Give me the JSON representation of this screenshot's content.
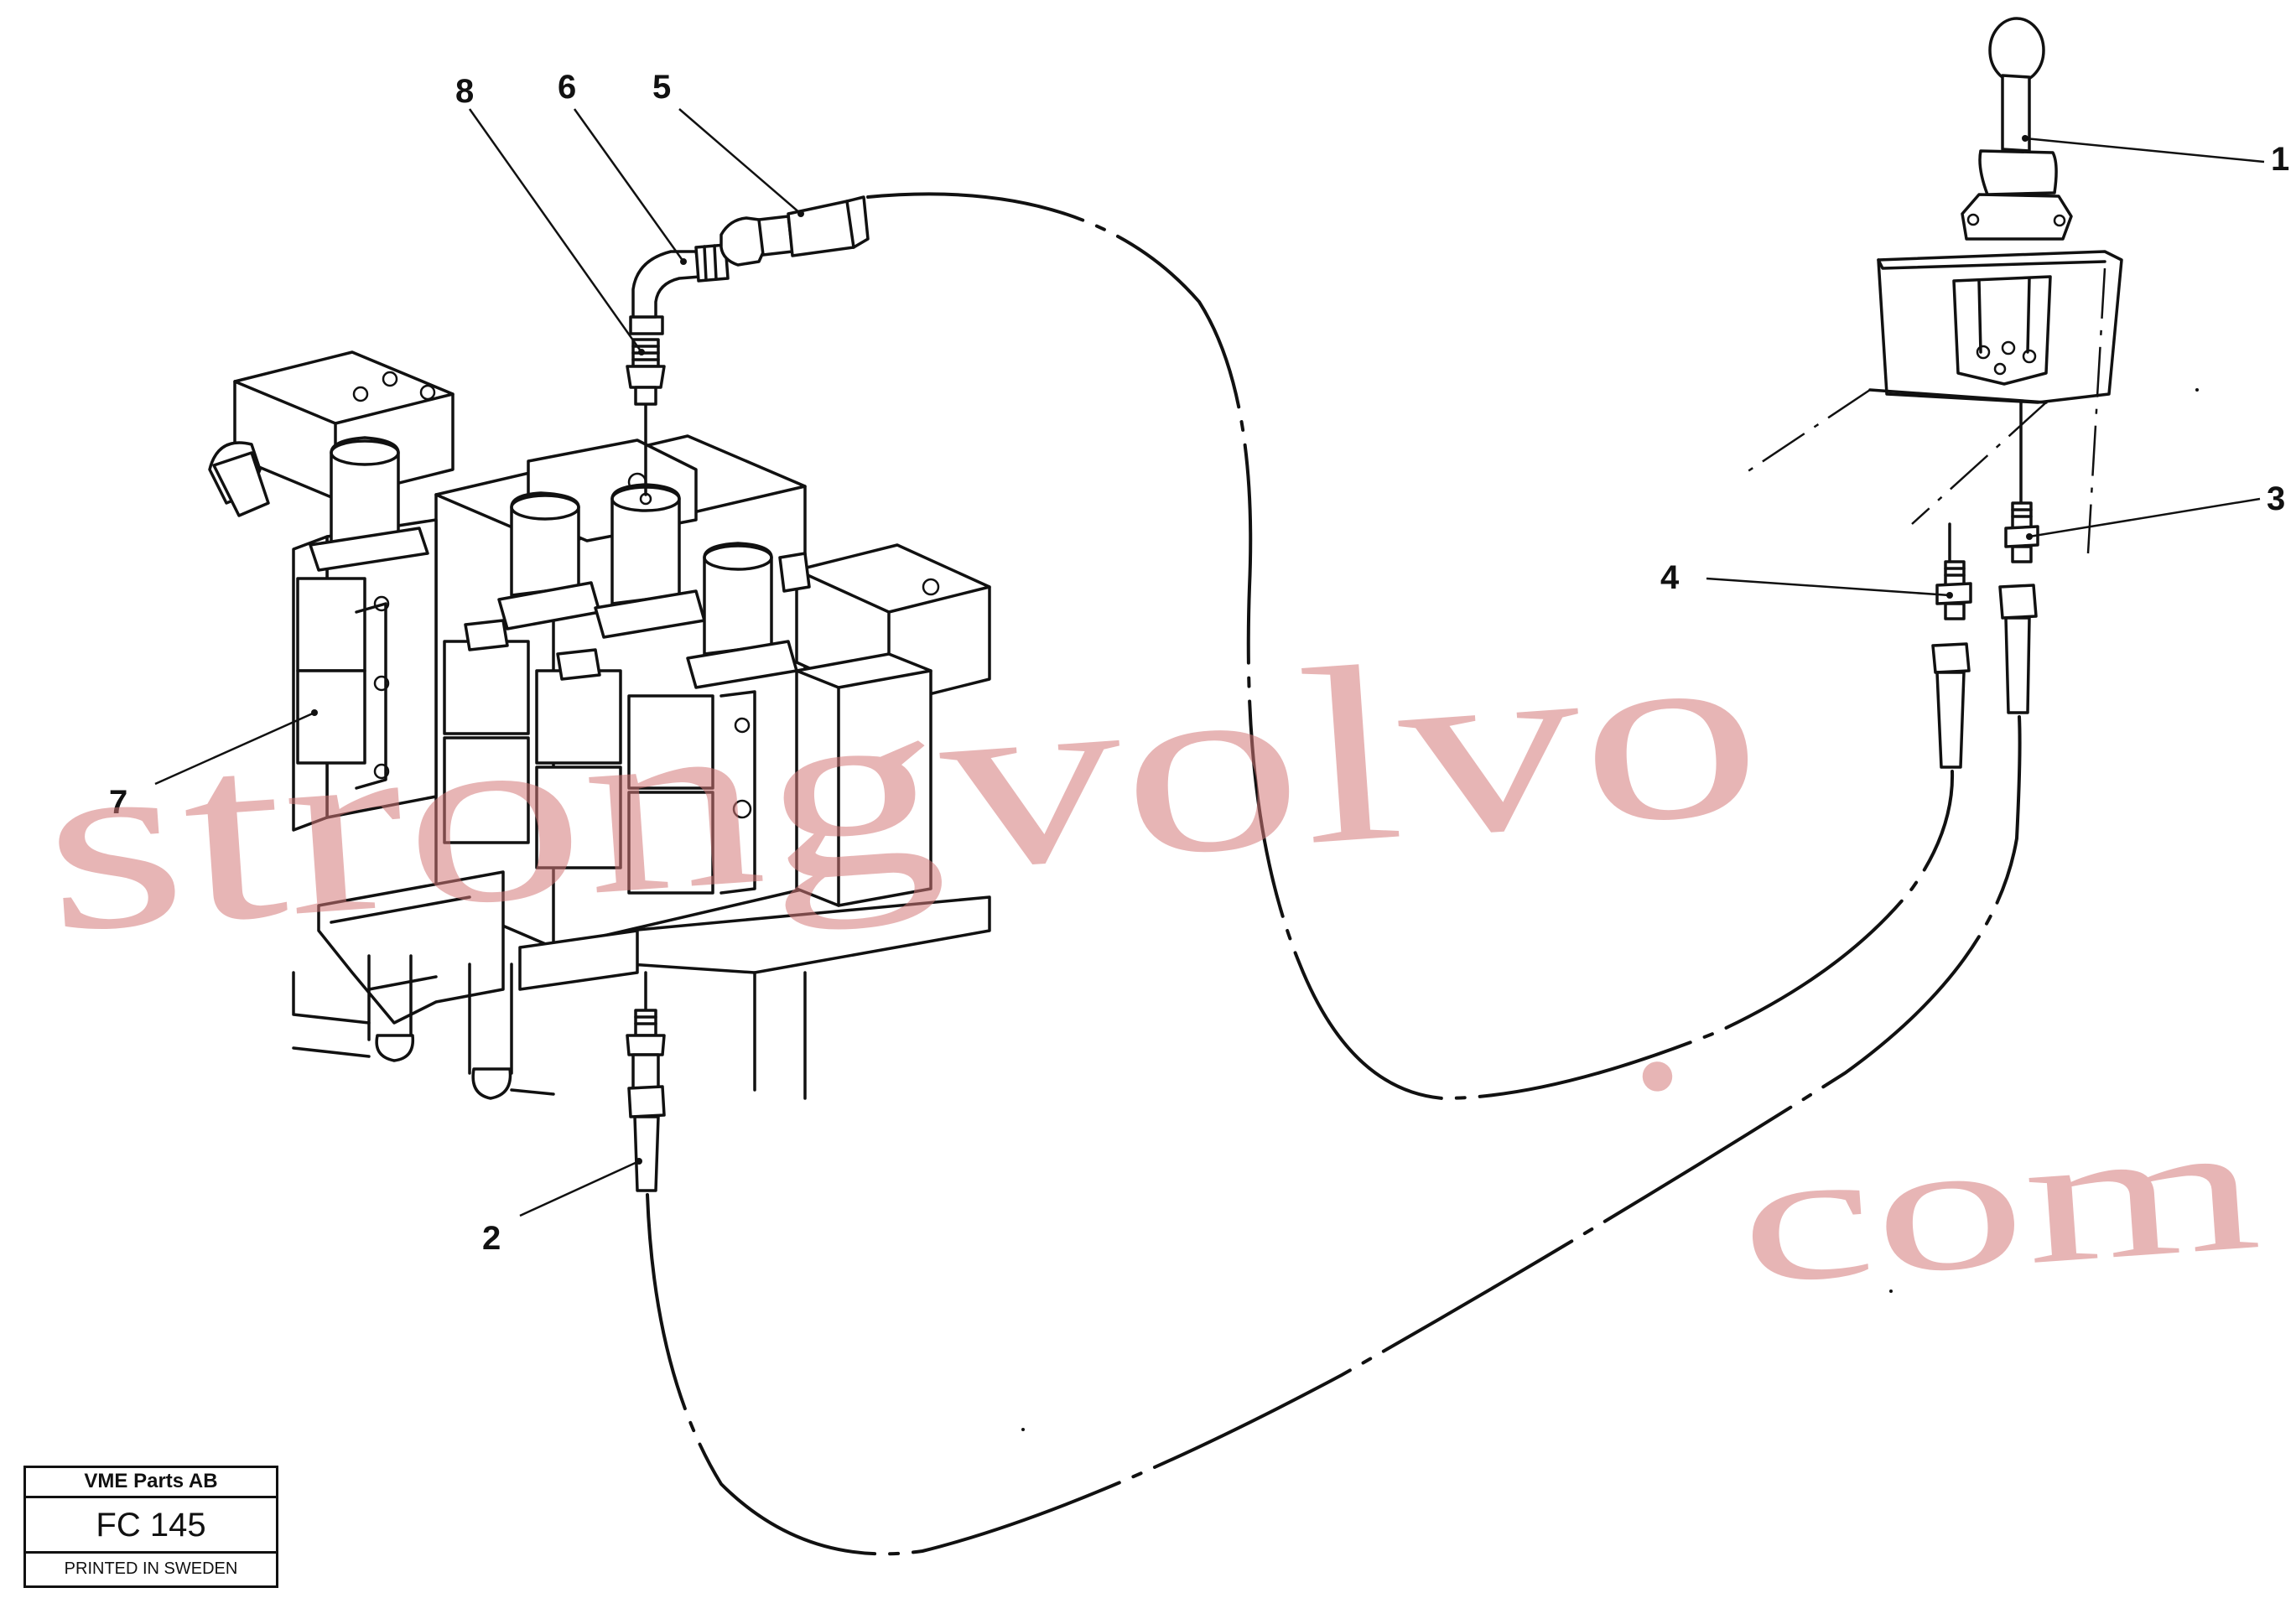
{
  "callouts": [
    {
      "id": "1",
      "label": "1"
    },
    {
      "id": "2",
      "label": "2"
    },
    {
      "id": "3",
      "label": "3"
    },
    {
      "id": "4",
      "label": "4"
    },
    {
      "id": "5",
      "label": "5"
    },
    {
      "id": "6",
      "label": "6"
    },
    {
      "id": "7",
      "label": "7"
    },
    {
      "id": "8",
      "label": "8"
    }
  ],
  "title_block": {
    "company": "VME Parts AB",
    "code": "FC 145",
    "printed": "PRINTED IN SWEDEN"
  },
  "watermark": {
    "text_main": "strongvolvo",
    "text_dot": ".",
    "text_tld": "com",
    "color": "#d47878"
  }
}
